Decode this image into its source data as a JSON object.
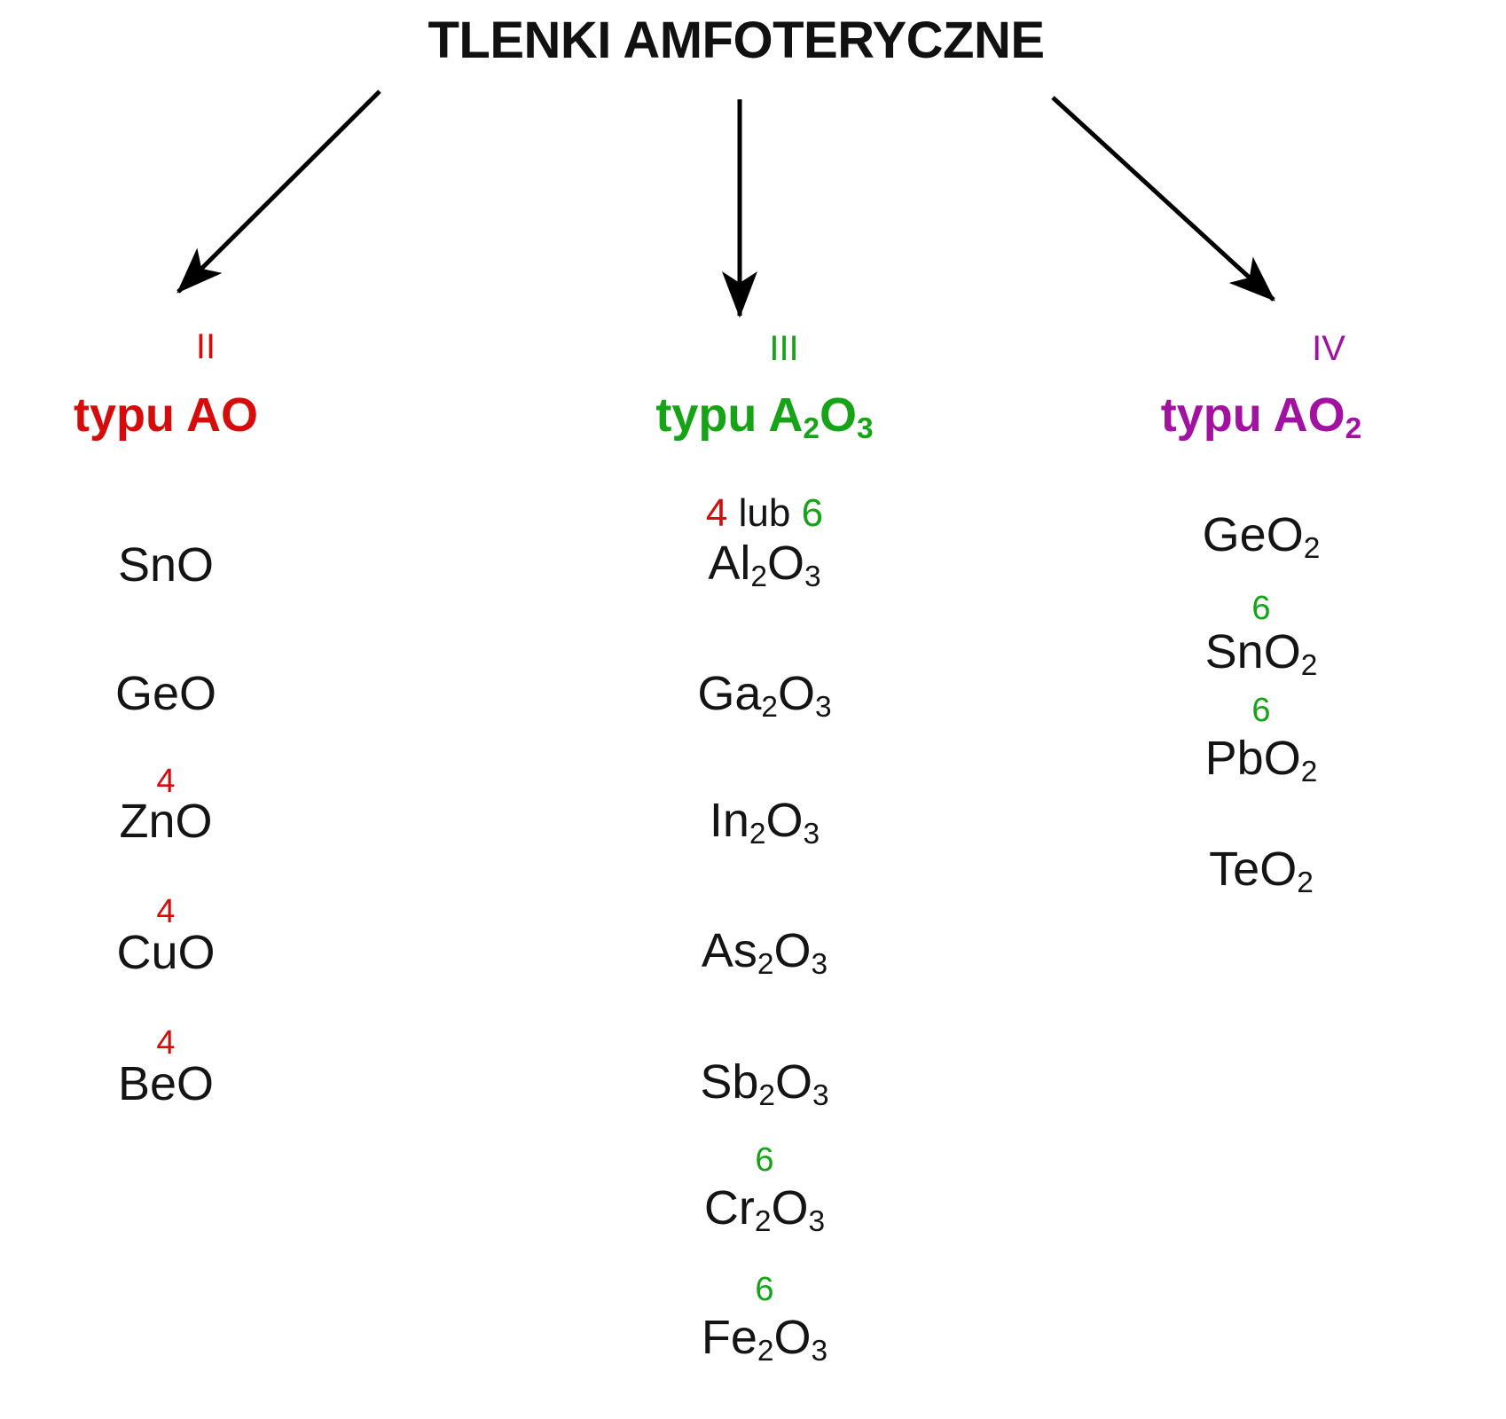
{
  "title": "TLENKI AMFOTERYCZNE",
  "colors": {
    "red": "#d60c0c",
    "green": "#17a317",
    "purple": "#a112a1",
    "black": "#141414"
  },
  "columns": [
    {
      "accent": "red",
      "numeral": "II",
      "type_label": [
        {
          "t": "typu AO"
        }
      ],
      "items": [
        {
          "ox": null,
          "formula": [
            {
              "t": "SnO"
            }
          ]
        },
        {
          "ox": null,
          "formula": [
            {
              "t": "GeO"
            }
          ]
        },
        {
          "ox": [
            {
              "t": "4",
              "c": "red"
            }
          ],
          "formula": [
            {
              "t": "ZnO"
            }
          ]
        },
        {
          "ox": [
            {
              "t": "4",
              "c": "red"
            }
          ],
          "formula": [
            {
              "t": "CuO"
            }
          ]
        },
        {
          "ox": [
            {
              "t": "4",
              "c": "red"
            }
          ],
          "formula": [
            {
              "t": "BeO"
            }
          ]
        }
      ]
    },
    {
      "accent": "green",
      "numeral": "III",
      "type_label": [
        {
          "t": "typu A"
        },
        {
          "s": "2"
        },
        {
          "t": "O"
        },
        {
          "s": "3"
        }
      ],
      "valence_note": [
        {
          "t": "4",
          "c": "red"
        },
        {
          "t": " lub ",
          "c": "black"
        },
        {
          "t": "6",
          "c": "green"
        }
      ],
      "items": [
        {
          "ox": null,
          "formula": [
            {
              "t": "Al"
            },
            {
              "s": "2"
            },
            {
              "t": "O"
            },
            {
              "s": "3"
            }
          ]
        },
        {
          "ox": null,
          "formula": [
            {
              "t": "Ga"
            },
            {
              "s": "2"
            },
            {
              "t": "O"
            },
            {
              "s": "3"
            }
          ]
        },
        {
          "ox": null,
          "formula": [
            {
              "t": "In"
            },
            {
              "s": "2"
            },
            {
              "t": "O"
            },
            {
              "s": "3"
            }
          ]
        },
        {
          "ox": null,
          "formula": [
            {
              "t": "As"
            },
            {
              "s": "2"
            },
            {
              "t": "O"
            },
            {
              "s": "3"
            }
          ]
        },
        {
          "ox": null,
          "formula": [
            {
              "t": "Sb"
            },
            {
              "s": "2"
            },
            {
              "t": "O"
            },
            {
              "s": "3"
            }
          ]
        },
        {
          "ox": [
            {
              "t": "6",
              "c": "green"
            }
          ],
          "formula": [
            {
              "t": "Cr"
            },
            {
              "s": "2"
            },
            {
              "t": "O"
            },
            {
              "s": "3"
            }
          ]
        },
        {
          "ox": [
            {
              "t": "6",
              "c": "green"
            }
          ],
          "formula": [
            {
              "t": "Fe"
            },
            {
              "s": "2"
            },
            {
              "t": "O"
            },
            {
              "s": "3"
            }
          ]
        }
      ]
    },
    {
      "accent": "purple",
      "numeral": "IV",
      "type_label": [
        {
          "t": "typu AO"
        },
        {
          "s": "2"
        }
      ],
      "items": [
        {
          "ox": null,
          "formula": [
            {
              "t": "GeO"
            },
            {
              "s": "2"
            }
          ]
        },
        {
          "ox": [
            {
              "t": "6",
              "c": "green"
            }
          ],
          "formula": [
            {
              "t": "SnO"
            },
            {
              "s": "2"
            }
          ]
        },
        {
          "ox": [
            {
              "t": "6",
              "c": "green"
            }
          ],
          "formula": [
            {
              "t": "PbO"
            },
            {
              "s": "2"
            }
          ]
        },
        {
          "ox": null,
          "formula": [
            {
              "t": "TeO"
            },
            {
              "s": "2"
            }
          ]
        }
      ]
    }
  ]
}
